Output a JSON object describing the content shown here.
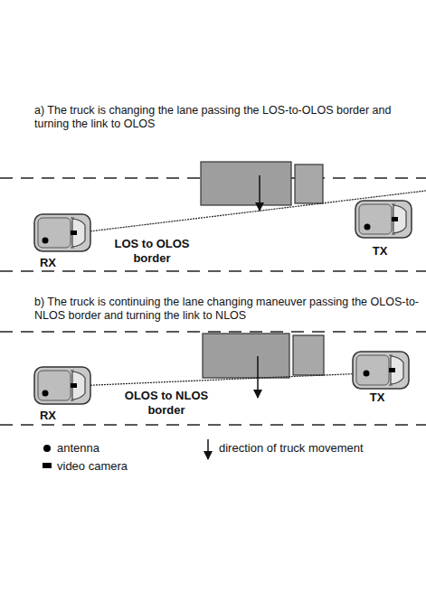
{
  "diagram": {
    "labels": [
      "a) The truck is changing the lane passing the LOS-to-OLOS border and turning the link to OLOS",
      "RX",
      "LOS to OLOS border",
      "TX",
      "b) The truck is continuing the lane changing maneuver passing the OLOS-to-NLOS border and turning the link to NLOS",
      "RX",
      "OLOS to NLOS border",
      "TX"
    ],
    "legend": [
      {
        "text": "antenna"
      },
      {
        "text": "video camera"
      },
      {
        "text": "direction of truck movement"
      }
    ]
  }
}
